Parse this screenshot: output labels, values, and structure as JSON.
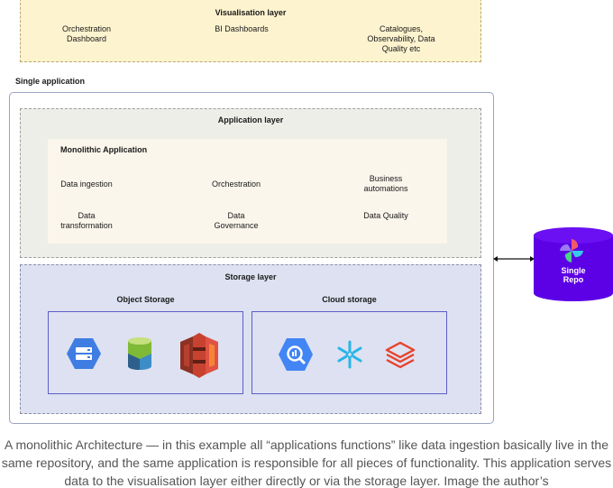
{
  "visualisation_layer": {
    "title": "Visualisation layer",
    "items": [
      "Orchestration\nDashboard",
      "BI Dashboards",
      "Catalogues,\nObservability, Data\nQuality etc"
    ]
  },
  "single_application_label": "Single application",
  "application_layer": {
    "title": "Application layer",
    "monolith_title": "Monolithic Application",
    "functions": [
      "Data ingestion",
      "Orchestration",
      "Business\nautomations",
      "Data\ntransformation",
      "Data\nGovernance",
      "Data Quality"
    ]
  },
  "storage_layer": {
    "title": "Storage layer",
    "object_storage": {
      "title": "Object Storage",
      "icons": [
        "google-cloud-storage-icon",
        "azure-blob-storage-icon",
        "aws-s3-icon"
      ]
    },
    "cloud_storage": {
      "title": "Cloud storage",
      "icons": [
        "bigquery-icon",
        "snowflake-icon",
        "databricks-icon"
      ]
    }
  },
  "repo": {
    "label": "Single\nRepo",
    "icon": "dagster-pinwheel-icon"
  },
  "caption": "A monolithic Architecture — in this example all “applications functions” like data ingestion basically live in the same repository, and the same application is responsible for all pieces of functionality. This application serves data to the visualisation layer either directly or via the storage layer. Image the author’s",
  "colors": {
    "visualisation_bg": "#fdf3cf",
    "application_bg": "#eeeee9",
    "monolith_bg": "#fbf6ec",
    "storage_bg": "#dde1f1",
    "storage_border": "#5b5fc7",
    "repo_purple": "#5c00e6"
  }
}
